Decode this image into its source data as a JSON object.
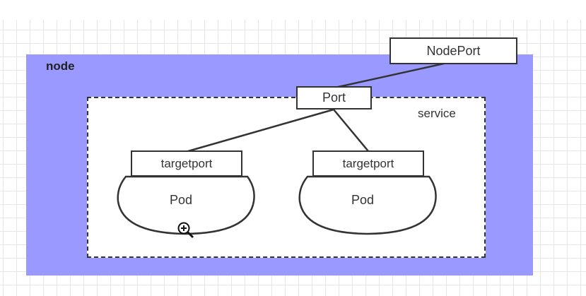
{
  "diagram": {
    "node_label": "node",
    "service_label": "service",
    "nodeport_label": "NodePort",
    "port_label": "Port",
    "targetports": [
      "targetport",
      "targetport"
    ],
    "pods": [
      "Pod",
      "Pod"
    ]
  },
  "colors": {
    "node_fill": "#9999ff",
    "stroke": "#333333",
    "grid": "#e6e6e6"
  },
  "icons": {
    "cursor": "zoom-in-cursor-icon"
  }
}
